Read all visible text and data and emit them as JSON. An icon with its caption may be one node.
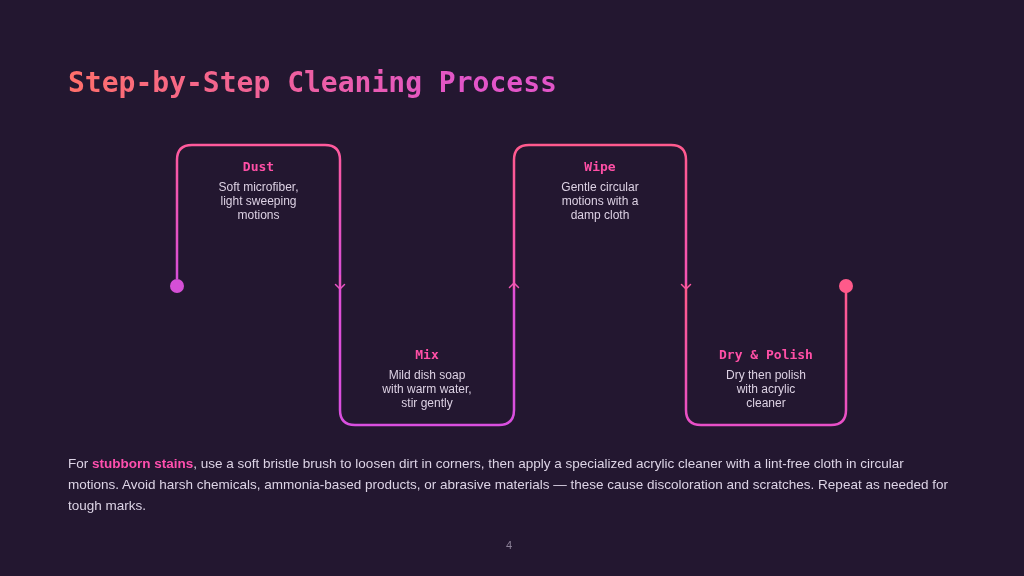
{
  "diagram": {
    "title": "Step-by-Step Cleaning Process",
    "nodes": [
      {
        "text": [],
        "shape": "circle"
      },
      {
        "text": [
          "Dust",
          "Soft microfiber, light sweeping motions"
        ]
      },
      {
        "text": [
          "Mix",
          "Mild dish soap with warm water, stir gently"
        ]
      },
      {
        "text": [
          "Wipe",
          "Gentle circular motions with a damp cloth"
        ]
      },
      {
        "text": [
          "Dry & Polish",
          "Dry then polish with acrylic cleaner"
        ]
      },
      {
        "text": [],
        "shape": "circle"
      }
    ],
    "edges": [
      {
        "from": 0,
        "to": 1,
        "arrow": "none"
      },
      {
        "from": 1,
        "to": 2,
        "arrow": "to"
      },
      {
        "from": 2,
        "to": 3,
        "arrow": "to"
      },
      {
        "from": 3,
        "to": 4,
        "arrow": "to"
      },
      {
        "from": 4,
        "to": 5,
        "arrow": "none"
      }
    ],
    "labels": [
      "For **stubborn stains**, use a soft bristle brush to loosen dirt in corners, then apply a specialized acrylic cleaner with a lint-free cloth in circular motions. Avoid harsh chemicals, ammonia-based products, or abrasive materials — these cause discoloration and scratches. Repeat as needed for tough marks.",
      "4"
    ]
  }
}
